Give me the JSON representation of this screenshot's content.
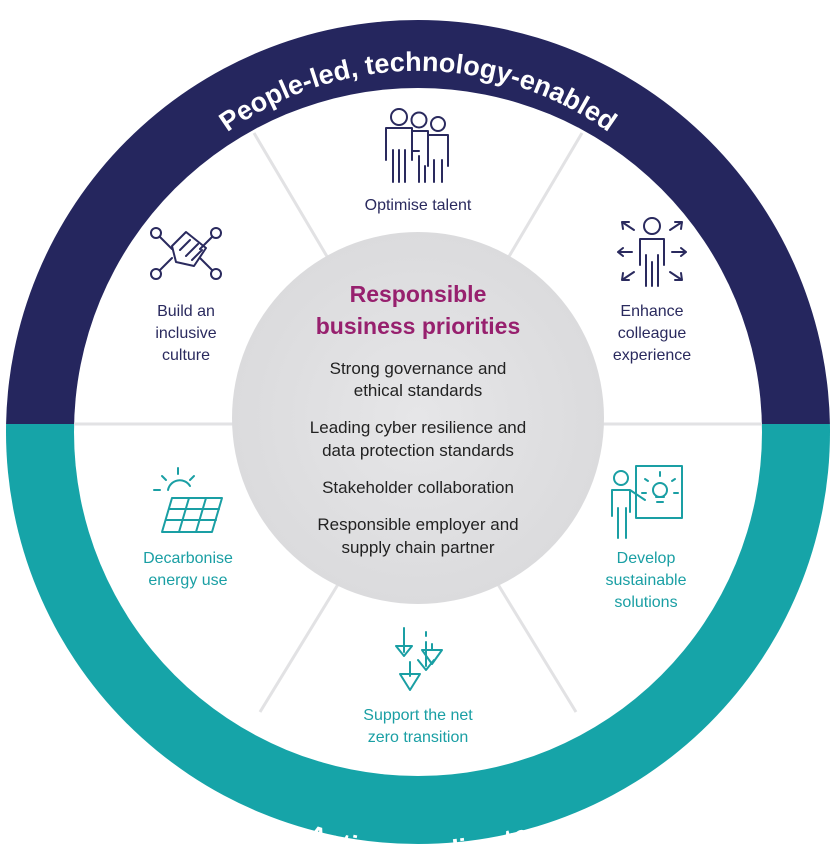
{
  "outer_ring": {
    "top_label": "People-led, technology-enabled",
    "bottom_label": "Action on climate",
    "top_color": "#25265e",
    "bottom_color": "#16a4a8"
  },
  "center": {
    "title_line1": "Responsible",
    "title_line2": "business priorities",
    "items": [
      [
        "Strong governance and",
        "ethical standards"
      ],
      [
        "Leading cyber resilience and",
        "data protection standards"
      ],
      [
        "Stakeholder collaboration"
      ],
      [
        "Responsible employer and",
        "supply chain partner"
      ]
    ]
  },
  "segments": [
    {
      "lines": [
        "Optimise talent"
      ],
      "icon": "people-group-icon"
    },
    {
      "lines": [
        "Enhance",
        "colleague",
        "experience"
      ],
      "icon": "person-arrows-icon"
    },
    {
      "lines": [
        "Develop",
        "sustainable",
        "solutions"
      ],
      "icon": "presentation-lightbulb-icon"
    },
    {
      "lines": [
        "Support the net",
        "zero transition"
      ],
      "icon": "down-arrows-icon"
    },
    {
      "lines": [
        "Decarbonise",
        "energy use"
      ],
      "icon": "solar-panel-icon"
    },
    {
      "lines": [
        "Build an",
        "inclusive",
        "culture"
      ],
      "icon": "joined-hands-icon"
    }
  ]
}
